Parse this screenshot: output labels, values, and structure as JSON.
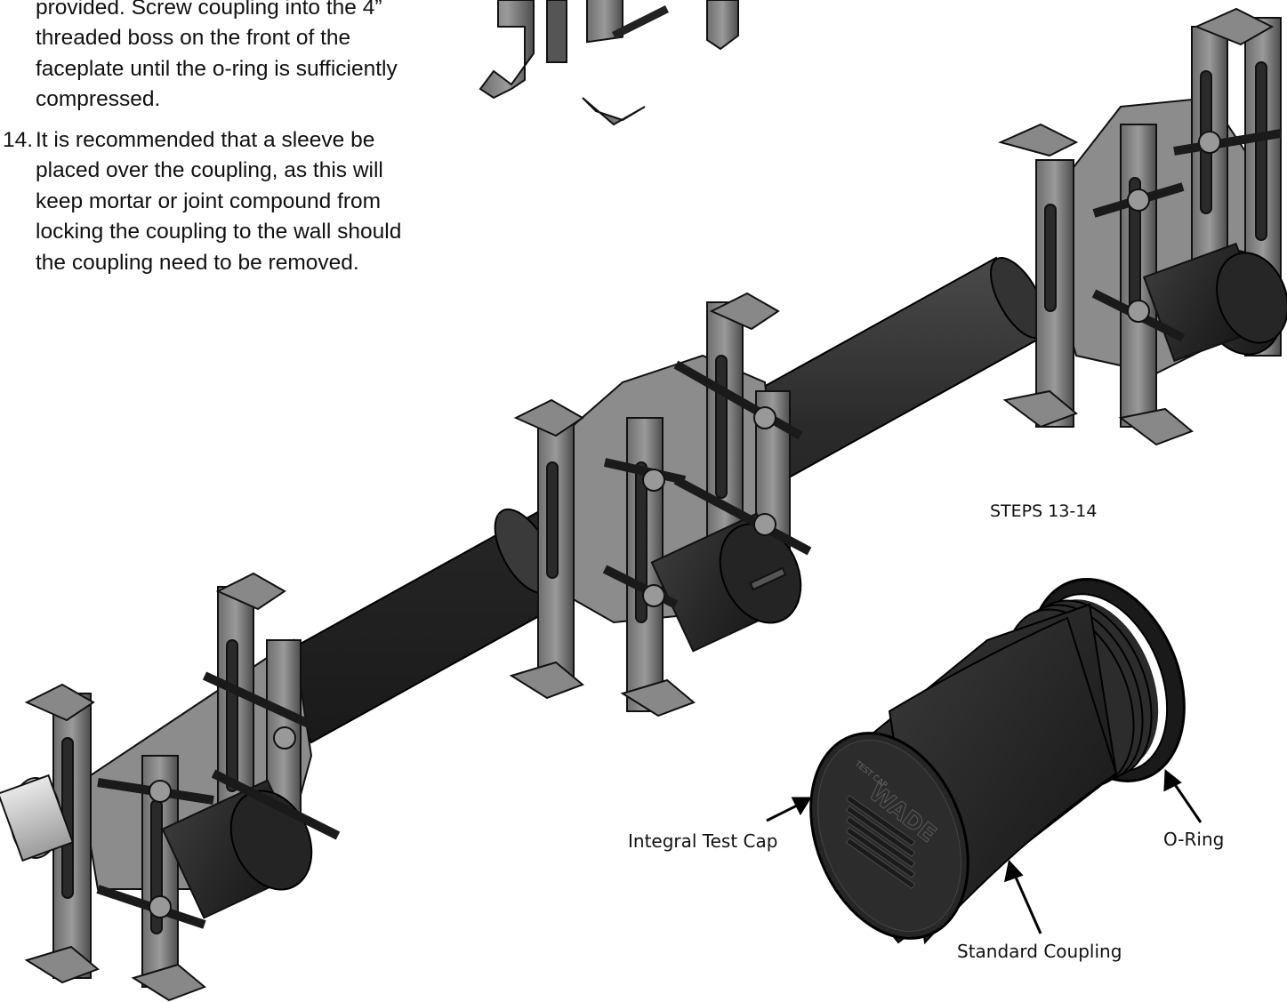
{
  "instructions": {
    "step13_lines": [
      "provided.  Screw coupling into the 4”",
      "threaded boss on the front of the",
      "faceplate until the o-ring is sufficiently",
      "compressed."
    ],
    "step14_number": "14.",
    "step14_lines": [
      "It is recommended that a sleeve be",
      "placed over the coupling, as this will",
      "keep mortar or joint compound from",
      "locking the coupling to the wall should",
      "the coupling need to be removed."
    ]
  },
  "figure": {
    "steps_label": "STEPS 13-14",
    "callouts": {
      "test_cap": "Integral Test Cap",
      "o_ring": "O-Ring",
      "coupling": "Standard Coupling"
    },
    "cap_text": {
      "brand": "WADE",
      "small": "TEST CAP"
    }
  },
  "colors": {
    "pipe": "#2e2e2e",
    "bracket": "#5a5a5a",
    "bracket_light": "#8a8a8a",
    "ink": "#111111"
  }
}
